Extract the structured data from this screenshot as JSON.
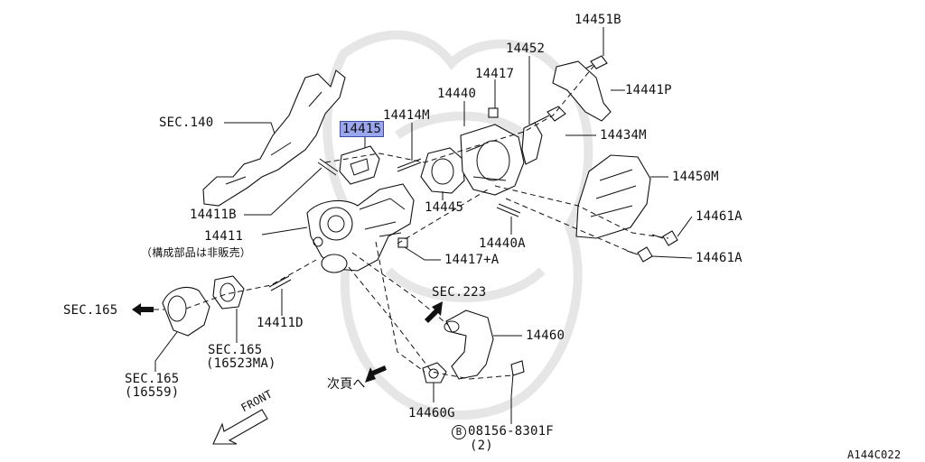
{
  "labels": {
    "p14451B": "14451B",
    "p14452": "14452",
    "p14417": "14417",
    "p14440": "14440",
    "p14441P": "14441P",
    "p14414M": "14414M",
    "p14415": "14415",
    "sec140": "SEC.140",
    "p14434M": "14434M",
    "p14450M": "14450M",
    "p14445": "14445",
    "p14411B": "14411B",
    "p14461A_1": "14461A",
    "p14461A_2": "14461A",
    "p14411": "14411",
    "p14411_note": "（構成部品は非販売）",
    "p14440A": "14440A",
    "p14417A": "14417+A",
    "sec223": "SEC.223",
    "sec165_left": "SEC.165",
    "p14411D": "14411D",
    "p14460": "14460",
    "sec165_mid": "SEC.165",
    "sec165_mid_code": "(16523MA)",
    "sec165_bot": "SEC.165",
    "sec165_bot_code": "(16559)",
    "next_page": "次頁へ",
    "p14460G": "14460G",
    "bolt_symbol": "B",
    "bolt_code": "08156-8301F",
    "bolt_qty": "(2)",
    "front": "FRONT",
    "figure_id": "A144C022"
  },
  "highlight_color": "#9aa6ee"
}
